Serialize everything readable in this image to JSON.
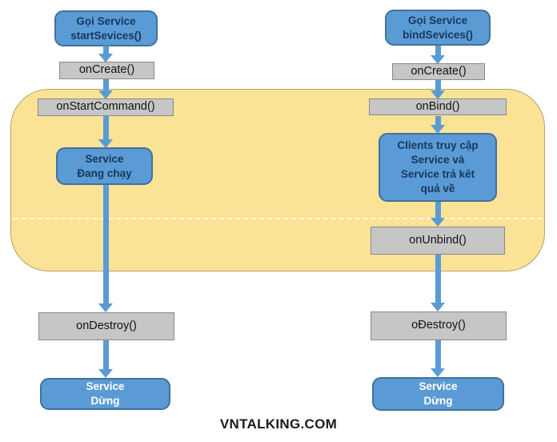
{
  "watermark": "VNTALKING.COM",
  "left_flow": {
    "header": "Gọi Service\nstartSevices()",
    "on_create": "onCreate()",
    "on_start_command": "onStartCommand()",
    "running": "Service\nĐang chạy",
    "on_destroy": "onDestroy()",
    "stopped": "Service\nDừng"
  },
  "right_flow": {
    "header": "Gọi Service\nbindSevices()",
    "on_create": "onCreate()",
    "on_bind": "onBind()",
    "clients": "Clients truy cập\nService và\nService trả kêt\nquả về",
    "on_unbind": "onUnbind()",
    "on_destroy": "oĐestroy()",
    "stopped": "Service\nDừng"
  },
  "colors": {
    "node_blue": "#5B9BD5",
    "node_blue_border": "#41719C",
    "node_text_dark": "#17375D",
    "node_gray": "#C6C6C6",
    "node_gray_border": "#8A8A8A",
    "region_yellow": "#FAE396",
    "region_yellow_border": "#B3A26B",
    "arrow_blue": "#5B9BD5"
  }
}
